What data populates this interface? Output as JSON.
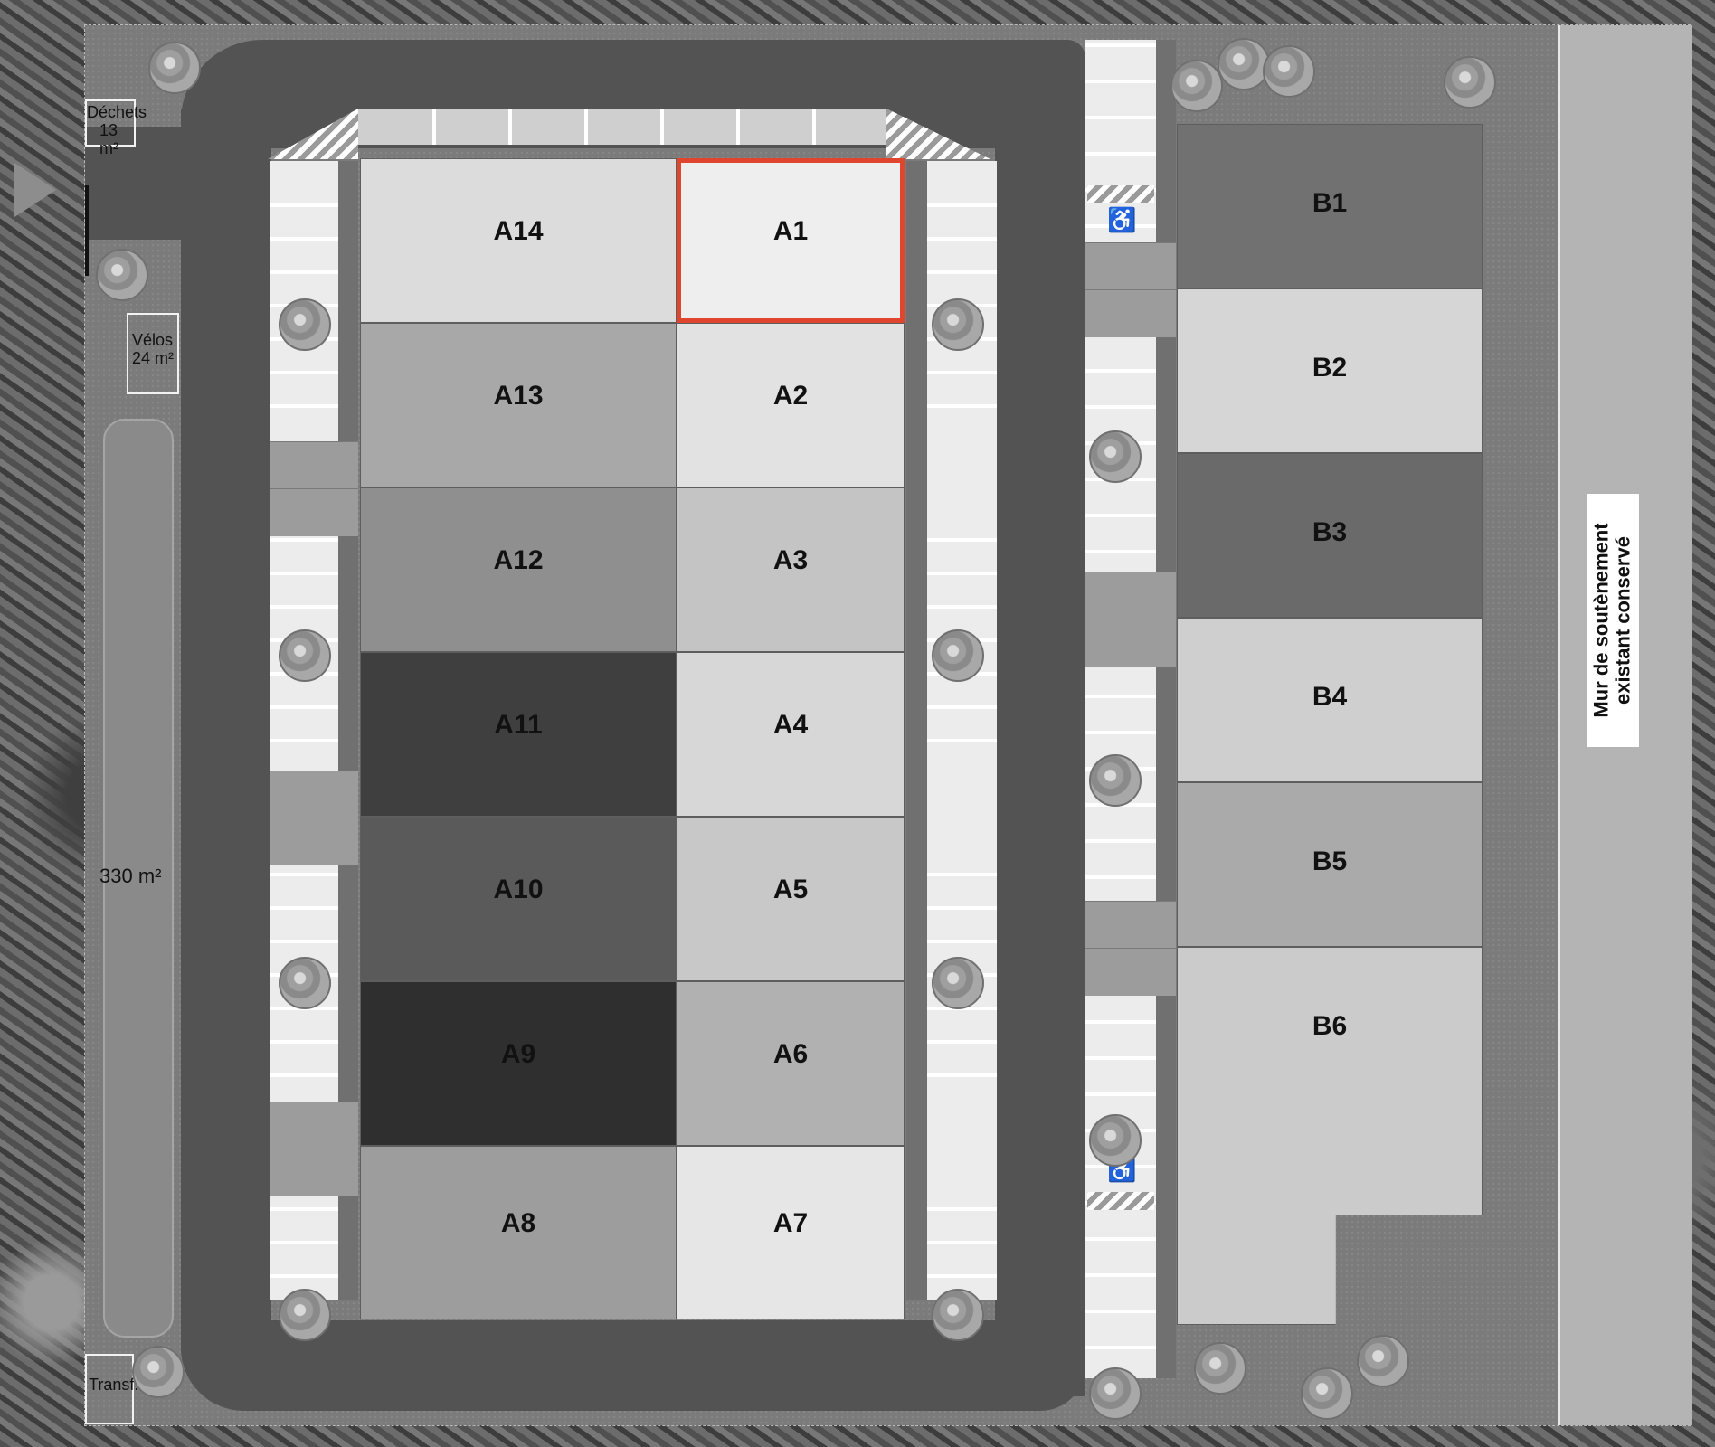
{
  "lots_a": [
    {
      "id": "A14",
      "shade": "#dcdcdc"
    },
    {
      "id": "A1",
      "shade": "#eeeeee",
      "selected": true
    },
    {
      "id": "A13",
      "shade": "#a8a8a8"
    },
    {
      "id": "A2",
      "shade": "#e2e2e2"
    },
    {
      "id": "A12",
      "shade": "#8f8f8f"
    },
    {
      "id": "A3",
      "shade": "#c4c4c4"
    },
    {
      "id": "A11",
      "shade": "#3f3f3f"
    },
    {
      "id": "A4",
      "shade": "#d7d7d7"
    },
    {
      "id": "A10",
      "shade": "#5a5a5a"
    },
    {
      "id": "A5",
      "shade": "#c8c8c8"
    },
    {
      "id": "A9",
      "shade": "#2f2f2f"
    },
    {
      "id": "A6",
      "shade": "#b1b1b1"
    },
    {
      "id": "A8",
      "shade": "#9d9d9d"
    },
    {
      "id": "A7",
      "shade": "#e6e6e6"
    }
  ],
  "lots_b": [
    {
      "id": "B1",
      "shade": "#717171"
    },
    {
      "id": "B2",
      "shade": "#d6d6d6"
    },
    {
      "id": "B3",
      "shade": "#6a6a6a"
    },
    {
      "id": "B4",
      "shade": "#cfcfcf"
    },
    {
      "id": "B5",
      "shade": "#aaaaaa"
    },
    {
      "id": "B6",
      "shade": "#cbcbcb"
    }
  ],
  "labels": {
    "dechets_name": "Déchets",
    "dechets_area": "13 m²",
    "velos_name": "Vélos",
    "velos_area": "24 m²",
    "green_area": "330 m²",
    "transfo": "Transf.",
    "wall_line1": "Mur de soutènement",
    "wall_line2": "existant conservé"
  },
  "colors": {
    "selection": "#e0452d",
    "road": "#535353"
  },
  "icons": [
    "wheelchair-icon",
    "tree-icon",
    "entry-arrow-icon"
  ]
}
